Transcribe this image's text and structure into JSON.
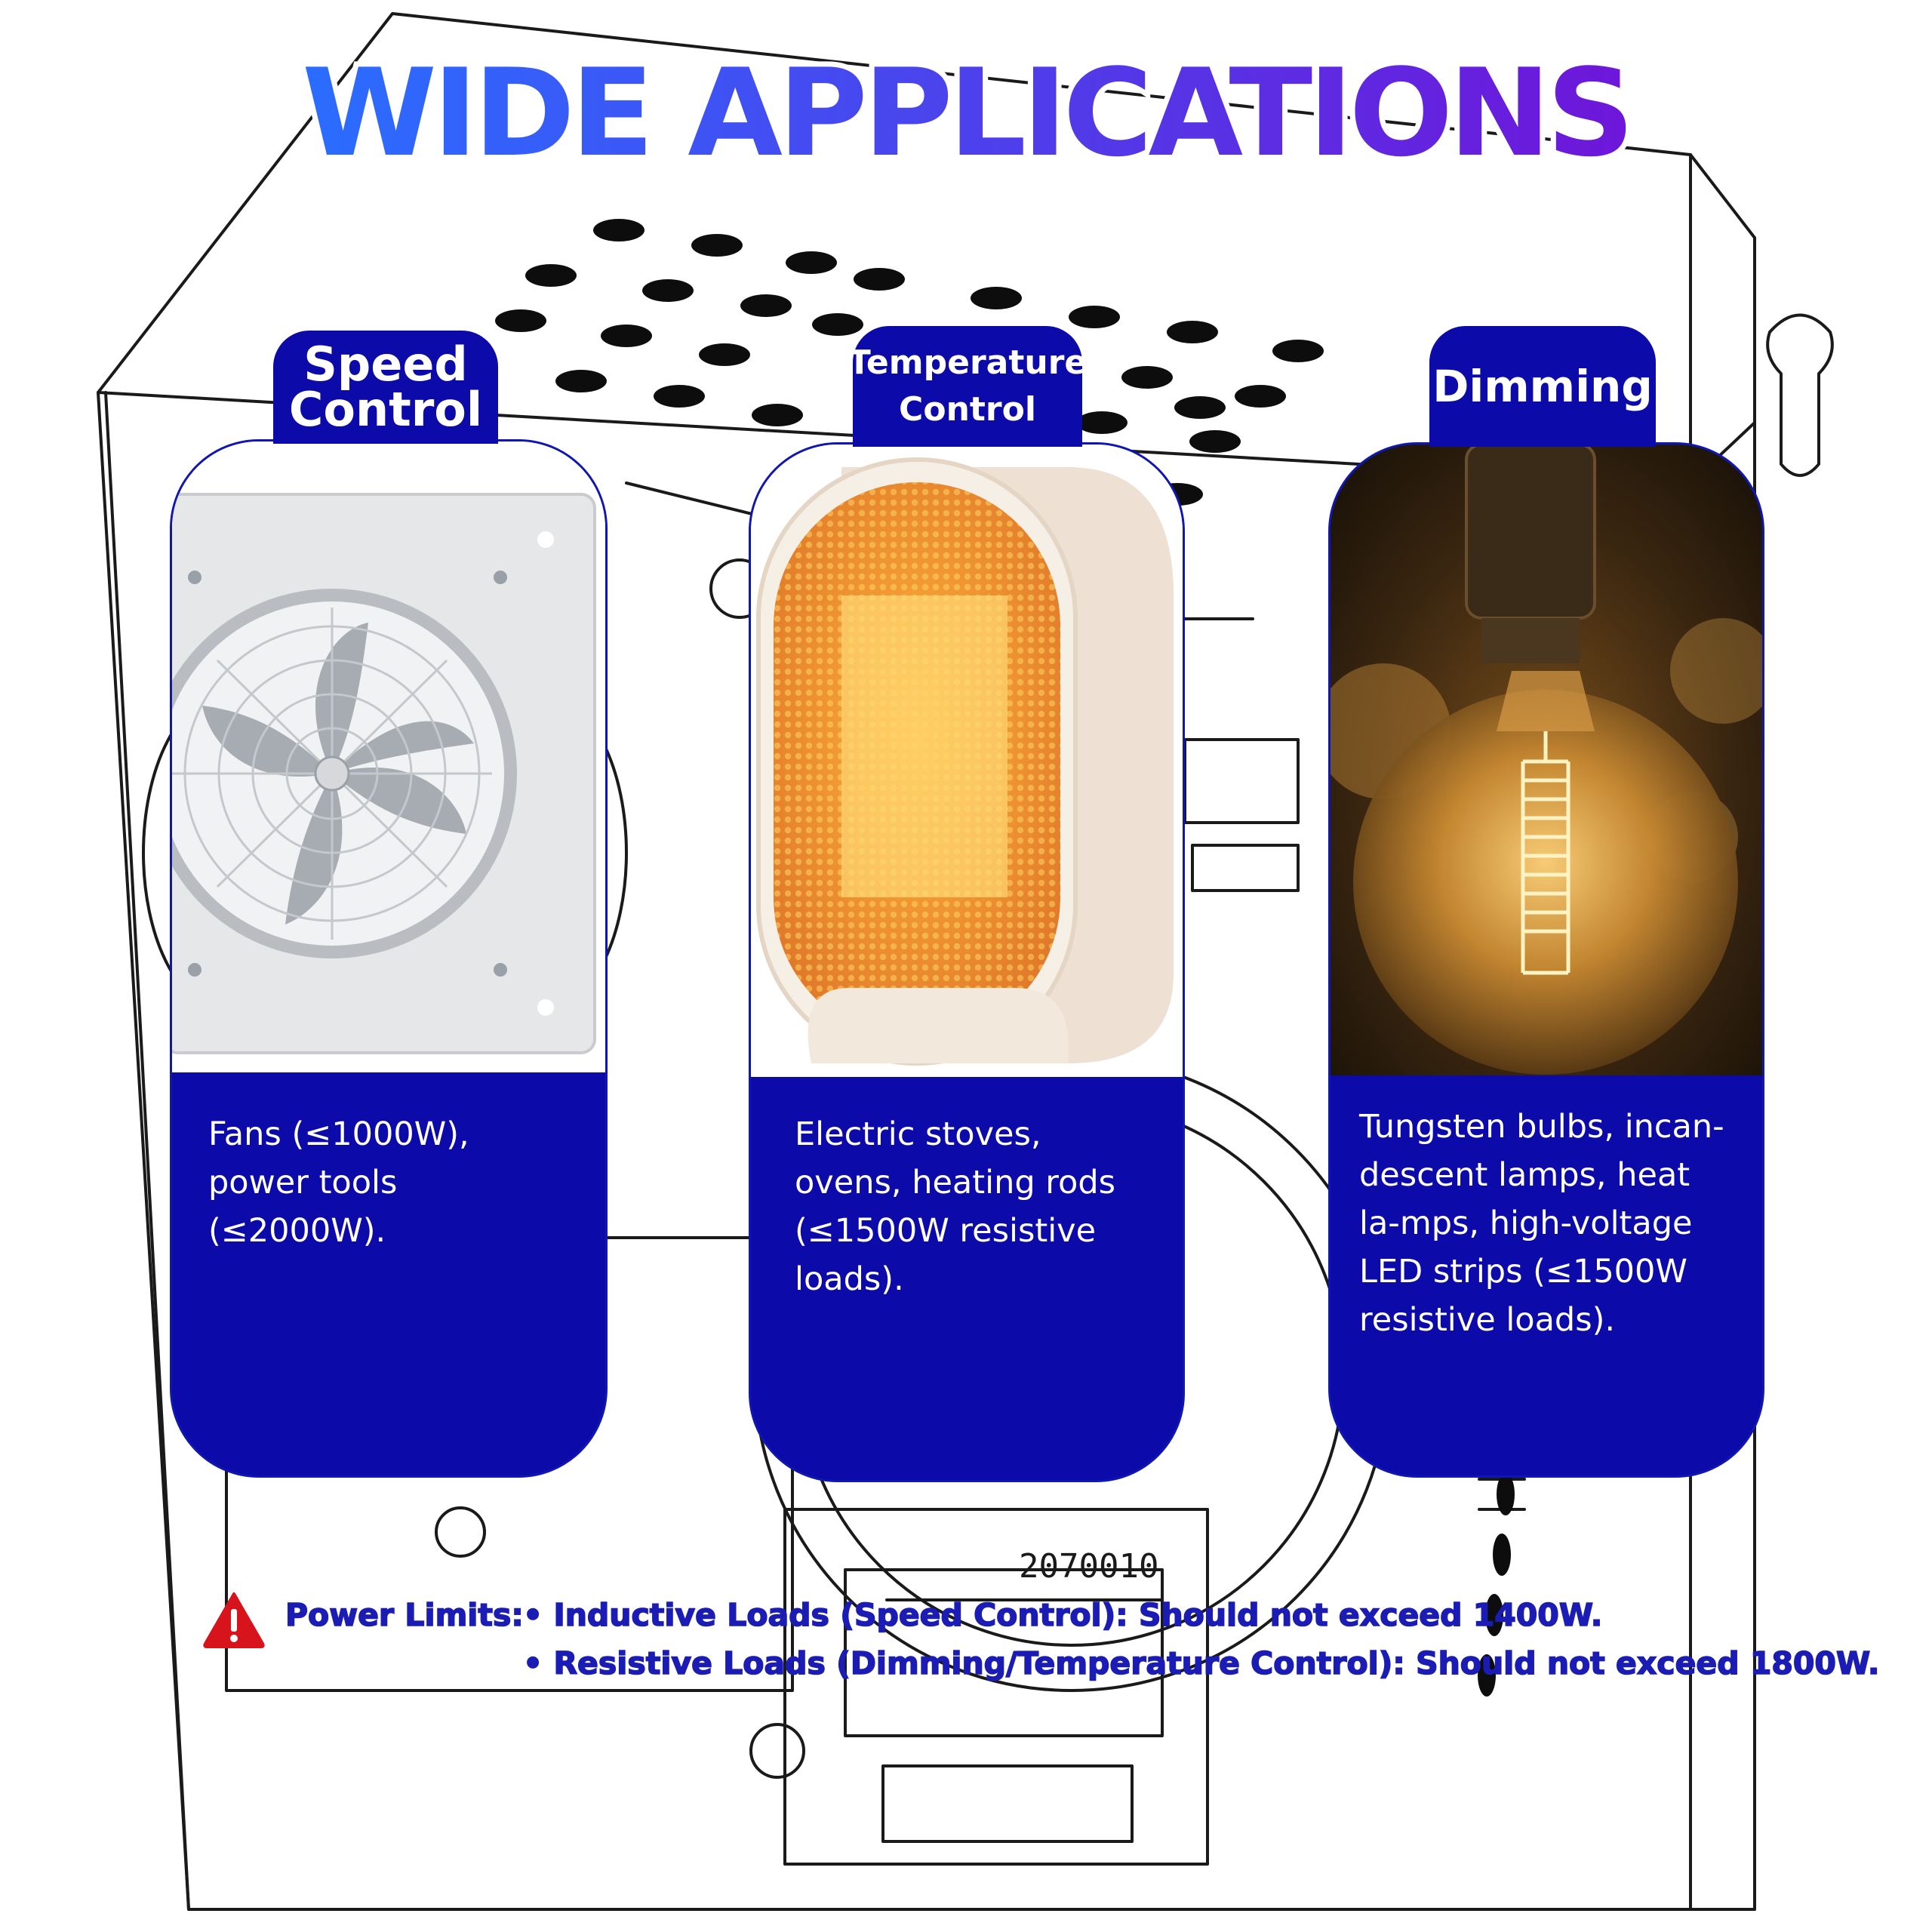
{
  "headline": "WIDE APPLICATIONS",
  "colors": {
    "headline_gradient_start": "#2a6dff",
    "headline_gradient_end": "#6e16d9",
    "card_blue": "#0c0aa8",
    "warning_red": "#d7141b",
    "limits_text": "#1a1cb4"
  },
  "cards": [
    {
      "tab_line1": "Speed",
      "tab_line2": "Control",
      "description": "Fans (≤1000W), power tools (≤2000W).",
      "image_icon": "wall-exhaust-fan-image"
    },
    {
      "tab_line1": "Temperature",
      "tab_line2": "Control",
      "description": "Electric stoves, ovens, heating rods (≤1500W resistive loads).",
      "image_icon": "ceramic-space-heater-image"
    },
    {
      "tab_line1": "Dimming",
      "tab_line2": "",
      "description": "Tungsten bulbs, incan-descent lamps, heat la-mps, high-voltage LED strips (≤1500W resistive loads).",
      "image_icon": "edison-filament-bulb-image"
    }
  ],
  "power_limits": {
    "label": "Power Limits:",
    "icon": "warning-triangle-icon",
    "items": [
      "• Inductive Loads (Speed Control): Should not exceed 1400W.",
      "• Resistive Loads (Dimming/Temperature Control): Should not exceed 1800W."
    ]
  },
  "background": {
    "icon": "controller-box-line-drawing",
    "labels": [
      "2070010"
    ]
  }
}
